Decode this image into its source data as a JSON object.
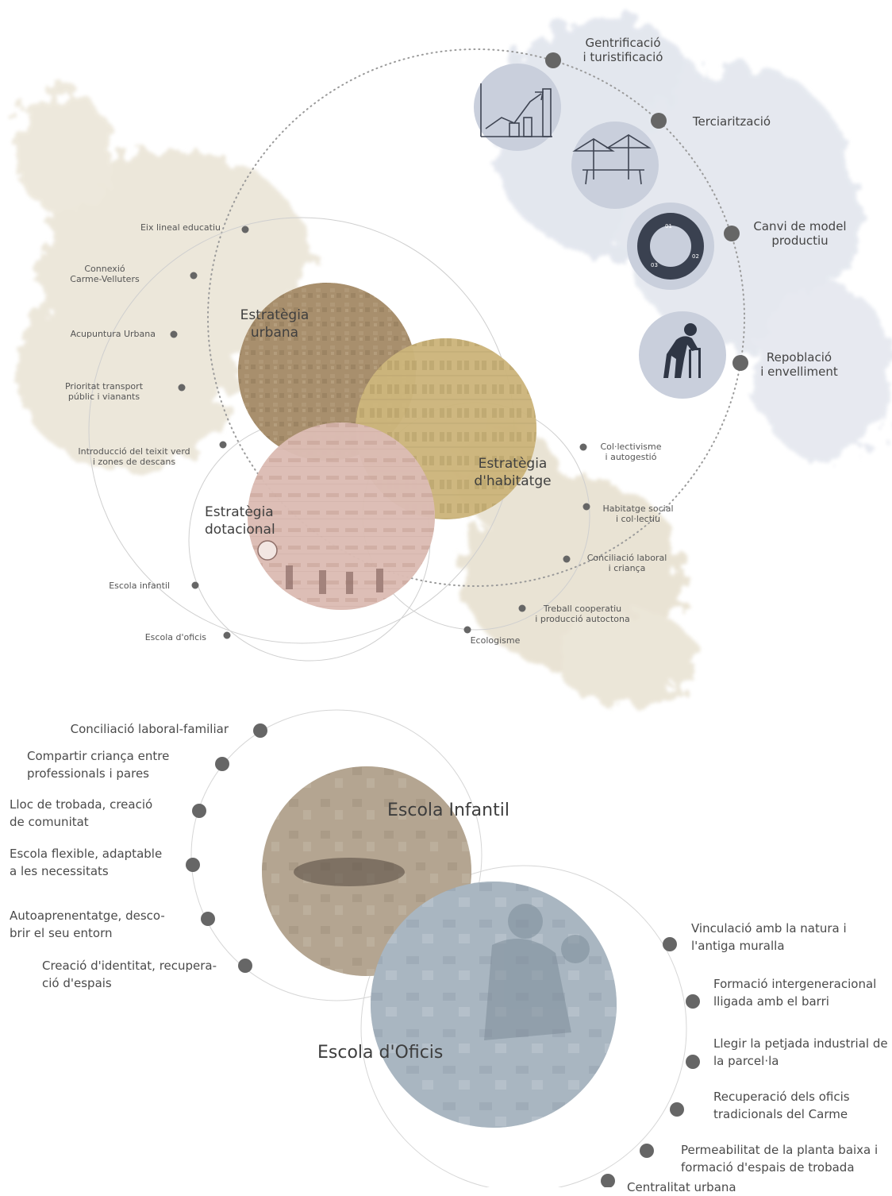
{
  "issues": [
    {
      "id": "gentrification",
      "label": "Gentrificació\ni turistificació",
      "icon": "rising-chart-icon"
    },
    {
      "id": "tertiarization",
      "label": "Terciarització",
      "icon": "terrace-umbrellas-icon"
    },
    {
      "id": "production-model",
      "label": "Canvi de model\nproductiu",
      "icon": "cycle-diagram-icon",
      "cycle_steps": [
        "01",
        "02",
        "03"
      ]
    },
    {
      "id": "repopulation",
      "label": "Repoblació\ni envelliment",
      "icon": "elderly-walker-icon"
    }
  ],
  "strategies": {
    "urbana": "Estratègia\nurbana",
    "habitatge": "Estratègia\nd'habitatge",
    "dotacional": "Estratègia\ndotacional"
  },
  "urban_actions": [
    "Eix lineal educatiu",
    "Connexió\nCarme-Velluters",
    "Acupuntura Urbana",
    "Prioritat transport\npúblic i vianants",
    "Introducció del teixit verd\ni zones de descans"
  ],
  "housing_actions": [
    "Col·lectivisme\ni autogestió",
    "Habitatge social\ni col·lectiu",
    "Conciliació laboral\ni criança",
    "Treball cooperatiu\ni producció autoctona",
    "Ecologisme"
  ],
  "facility_actions": [
    "Escola infantil",
    "Escola d'oficis"
  ],
  "escola_infantil": {
    "title": "Escola Infantil",
    "items": [
      "Conciliació laboral-familiar",
      "Compartir criança entre\nprofessionals i pares",
      "Lloc de trobada, creació\nde comunitat",
      "Escola flexible, adaptable\na les necessitats",
      "Autoaprenentatge, desco-\nbrir el seu entorn",
      "Creació d'identitat, recupera-\nció d'espais"
    ]
  },
  "escola_oficis": {
    "title": "Escola d'Oficis",
    "items": [
      "Vinculació amb la natura i\nl'antiga muralla",
      "Formació intergeneracional\nlligada amb el barri",
      "Llegir la petjada industrial de\nla parcel·la",
      "Recuperació dels oficis\ntradicionals del Carme",
      "Permeabilitat de la planta baixa i\nformació d'espais de trobada",
      "Centralitat urbana"
    ]
  },
  "colors": {
    "urbana": "#a88f6e",
    "habitatge": "#cdb57c",
    "dotacional": "#dcbcb4",
    "issue_fill": "#c9cfdc",
    "infantil": "#b4a692",
    "oficis": "#a9b6c1",
    "dot": "#666666",
    "blot_blue": "#dfe3ec",
    "blot_tan": "#e7e0cf"
  }
}
